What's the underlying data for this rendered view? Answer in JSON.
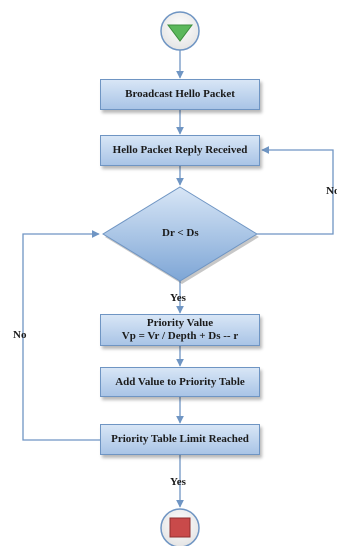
{
  "flowchart": {
    "nodes": {
      "start": {
        "shape": "circle",
        "icon": "green-down-triangle",
        "color": "#5cb85c"
      },
      "broadcast": {
        "label": "Broadcast Hello Packet"
      },
      "reply": {
        "label": "Hello Packet Reply Received"
      },
      "decision": {
        "label": "Dr < Ds"
      },
      "priority_value": {
        "line1": "Priority Value",
        "line2": "Vp = Vr / Depth + Ds -- r"
      },
      "add_value": {
        "label": "Add Value to Priority Table"
      },
      "limit": {
        "label": "Priority Table Limit Reached"
      },
      "end": {
        "shape": "circle",
        "icon": "red-square",
        "color": "#c94a4a"
      }
    },
    "edge_labels": {
      "decision_yes": "Yes",
      "decision_no": "No",
      "limit_no": "No",
      "limit_yes": "Yes"
    },
    "colors": {
      "box_top": "#d8e6f6",
      "box_bottom": "#a9c4e6",
      "border": "#6f95c3",
      "connector": "#6f95c3"
    }
  }
}
